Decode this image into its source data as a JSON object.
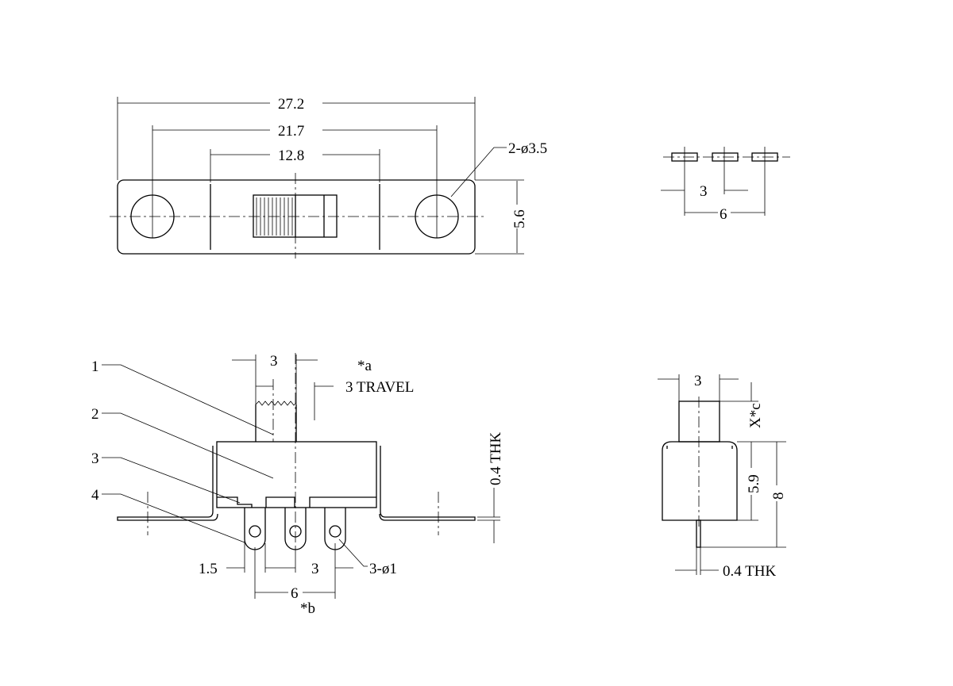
{
  "top_view": {
    "dim_overall": "27.2",
    "dim_holes": "21.7",
    "dim_inner": "12.8",
    "hole_callout": "2-ø3.5",
    "dim_height": "5.6"
  },
  "pin_view": {
    "dim_pitch": "3",
    "dim_span": "6"
  },
  "front_view": {
    "part_labels": [
      "1",
      "2",
      "3",
      "4"
    ],
    "dim_actuator": "3",
    "note_a": "*a",
    "travel": "3 TRAVEL",
    "thickness": "0.4 THK",
    "dim_edge": "1.5",
    "dim_pitch": "3",
    "pin_hole_callout": "3-ø1",
    "dim_span": "6",
    "note_b": "*b"
  },
  "side_view": {
    "dim_actuator": "3",
    "note_c": "X*c",
    "dim_body": "5.9",
    "dim_total": "8",
    "thickness": "0.4 THK"
  }
}
